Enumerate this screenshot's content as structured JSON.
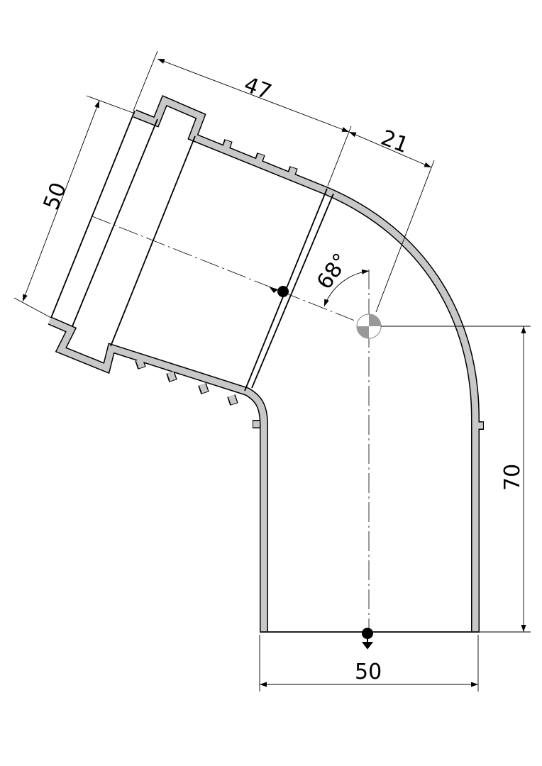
{
  "drawing": {
    "title": "Pipe elbow fitting technical drawing",
    "colors": {
      "wall_fill": "#c8c8c8",
      "line": "#000000",
      "background": "#ffffff"
    },
    "dimensions": {
      "socket_length": "47",
      "offset_length": "21",
      "socket_diameter": "50",
      "angle": "68°",
      "height": "70",
      "outlet_diameter": "50"
    }
  }
}
